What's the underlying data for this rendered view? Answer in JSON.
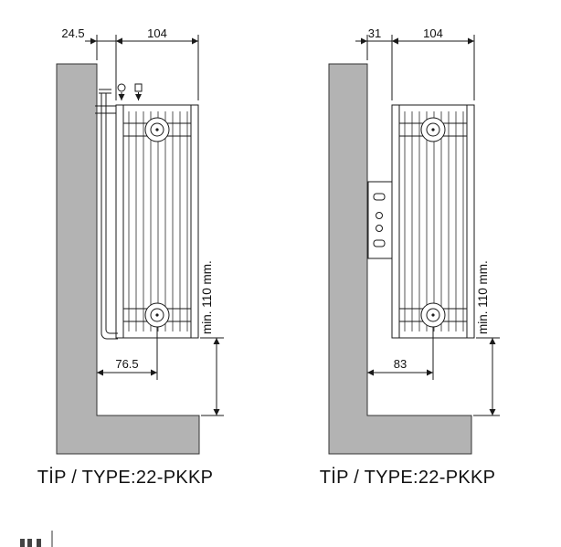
{
  "drawing": {
    "background": "#ffffff",
    "line_color": "#1a1a1a",
    "wall_fill": "#b3b3b3"
  },
  "diagrams": [
    {
      "name": "left",
      "dims": {
        "top_offset": "24.5",
        "top_width": "104",
        "min_clearance": "min. 110 mm.",
        "bottom_offset": "76.5"
      },
      "label": "TİP / TYPE:22-PKKP"
    },
    {
      "name": "right",
      "dims": {
        "top_offset": "31",
        "top_width": "104",
        "min_clearance": "min. 110 mm.",
        "bottom_offset": "83"
      },
      "label": "TİP / TYPE:22-PKKP"
    }
  ]
}
